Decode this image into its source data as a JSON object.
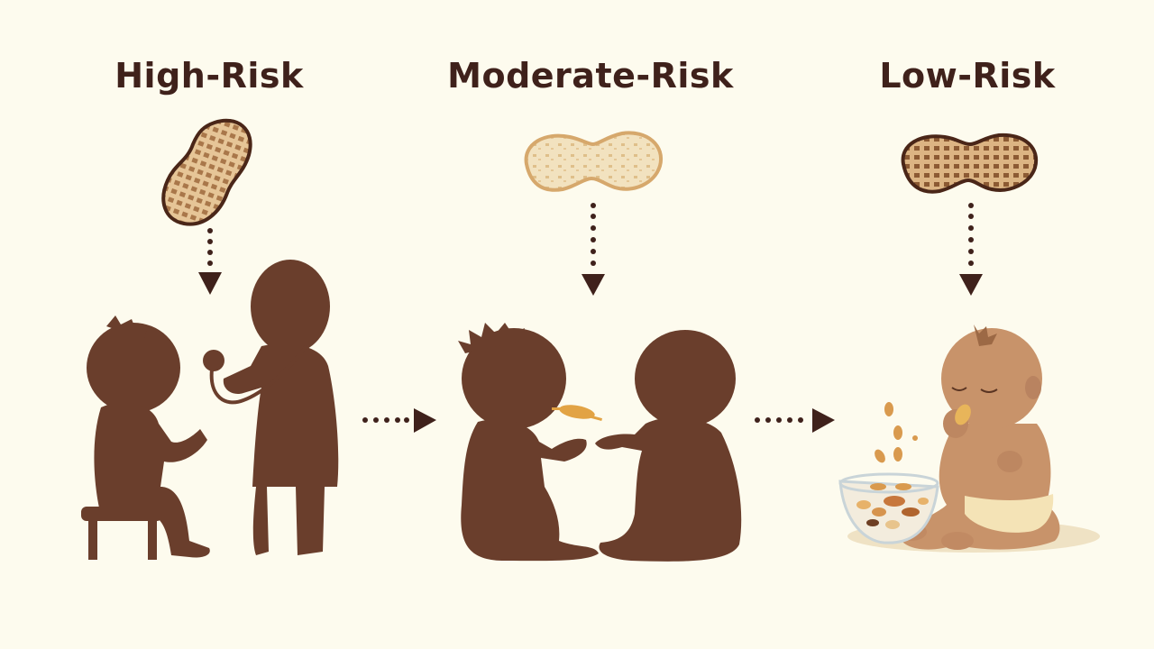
{
  "diagram": {
    "type": "flow",
    "background": "#fdfbee",
    "text_color": "#3f211b",
    "silhouette_color": "#6a3e2c",
    "stages": [
      {
        "heading": "High-Risk",
        "peanut": {
          "style": "upright peanut, tan with brown crosshatch, dark outline",
          "fill": "#e8c99a",
          "outline": "#4a2618"
        },
        "scene": "Silhouette of a child seated on a stool being examined by a doctor with a stethoscope"
      },
      {
        "heading": "Moderate-Risk",
        "peanut": {
          "style": "horizontal peanut, pale cream with light speckles",
          "fill": "#f1dfb8",
          "outline": "#d6a86c"
        },
        "scene": "Silhouettes of two toddlers sitting; one feeds the other a peanut-butter snack"
      },
      {
        "heading": "Low-Risk",
        "peanut": {
          "style": "horizontal peanut, tan with dark brown crosshatch, dark outline",
          "fill": "#d9ae7c",
          "outline": "#4a2618"
        },
        "scene": "Color illustration of a baby in a diaper eating peanuts beside a glass bowl of nuts"
      }
    ],
    "arrows": [
      {
        "from": "High-Risk",
        "to": "Moderate-Risk",
        "style": "dotted right arrow"
      },
      {
        "from": "Moderate-Risk",
        "to": "Low-Risk",
        "style": "dotted right arrow"
      }
    ],
    "connectors": "dotted down arrows from each peanut to its scene"
  }
}
